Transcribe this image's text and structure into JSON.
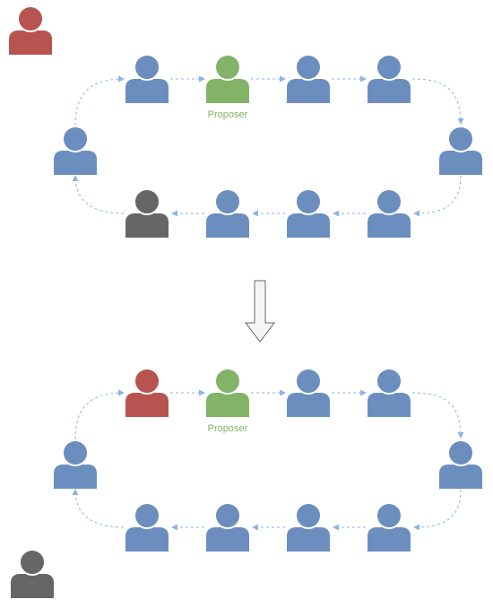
{
  "colors": {
    "member": "#6c8ebf",
    "proposer": "#82b366",
    "newcomer": "#b85450",
    "departed": "#666666",
    "arrow": "#8ab4e8",
    "transition_fill": "#f5f5f5",
    "transition_stroke": "#666666"
  },
  "icons": {
    "person": "person-icon",
    "transition": "down-arrow-icon"
  },
  "before": {
    "proposer_label": "Proposer",
    "ring": [
      "member",
      "proposer",
      "member",
      "member",
      "member",
      "member",
      "member",
      "member",
      "departed",
      "member"
    ],
    "outside": "newcomer"
  },
  "after": {
    "proposer_label": "Proposer",
    "ring": [
      "newcomer",
      "proposer",
      "member",
      "member",
      "member",
      "member",
      "member",
      "member",
      "member",
      "member"
    ],
    "outside": "departed"
  }
}
